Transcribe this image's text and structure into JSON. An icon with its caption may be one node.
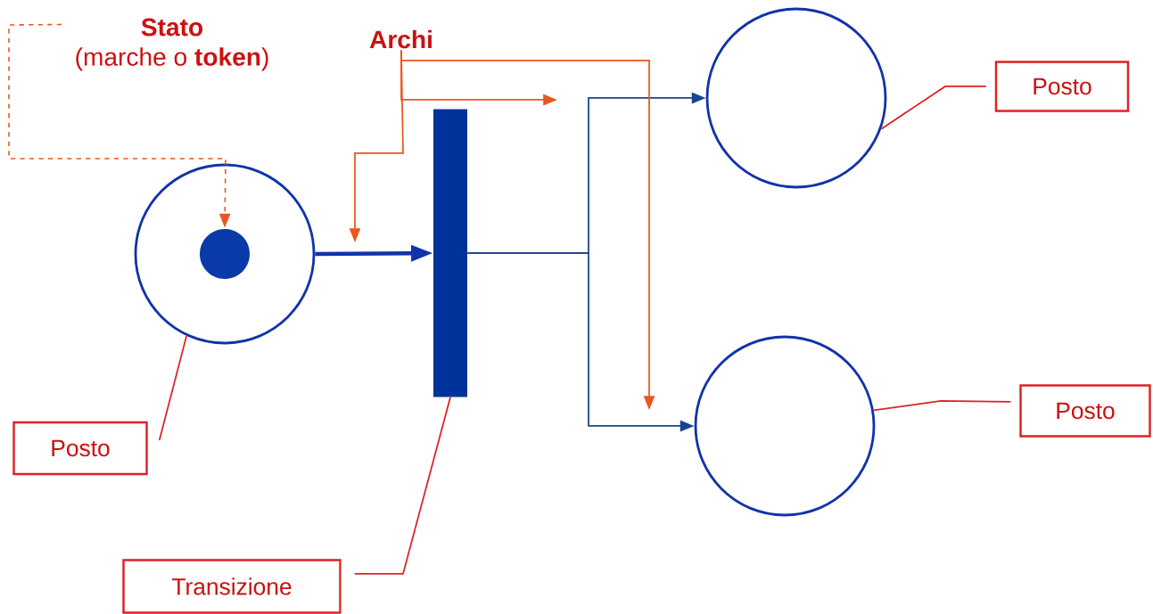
{
  "diagram": {
    "nodes": [
      {
        "text": [],
        "shape": "circle"
      },
      {
        "text": [],
        "shape": "circle",
        "in": 0
      },
      {
        "text": [],
        "shape": "bar"
      },
      {
        "text": [],
        "shape": "circle"
      },
      {
        "text": [],
        "shape": "circle"
      },
      {
        "text": [
          "Posto"
        ]
      },
      {
        "text": [
          "Transizione"
        ]
      },
      {
        "text": [
          "Posto"
        ]
      },
      {
        "text": [
          "Posto"
        ]
      },
      {
        "text": [
          "Stato",
          "(marche o **token**)"
        ]
      },
      {
        "text": [
          "Archi"
        ]
      }
    ],
    "edges": [
      {
        "from": 0,
        "to": 2,
        "arrow": "to",
        "style": "thick",
        "color": "#1133aa"
      },
      {
        "from": 2,
        "to": 3,
        "arrow": "to",
        "color": "#1a4490"
      },
      {
        "from": 2,
        "to": 4,
        "arrow": "to",
        "color": "#1a4490"
      },
      {
        "from": 5,
        "to": 0,
        "arrow": "none",
        "color": "#dd2222"
      },
      {
        "from": 6,
        "to": 2,
        "arrow": "none",
        "color": "#dd2222"
      },
      {
        "from": 7,
        "to": 3,
        "arrow": "none",
        "color": "#dd2222"
      },
      {
        "from": 8,
        "to": 4,
        "arrow": "none",
        "color": "#dd2222"
      },
      {
        "from": 9,
        "to": 1,
        "arrow": "to",
        "style": "dashed",
        "color": "#e8581e"
      },
      {
        "from": 10,
        "to": null,
        "arrow": "to",
        "color": "#e8581e"
      },
      {
        "from": 10,
        "to": null,
        "arrow": "to",
        "color": "#e8581e"
      },
      {
        "from": 10,
        "to": null,
        "arrow": "to",
        "color": "#e8581e"
      }
    ]
  }
}
